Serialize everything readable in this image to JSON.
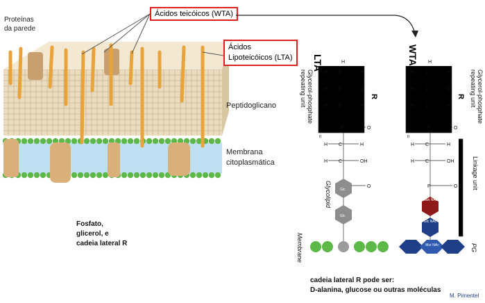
{
  "labels": {
    "cell_wall_proteins": [
      "Proteínas",
      "da parede"
    ],
    "wta": "Ácidos teicóicos (WTA)",
    "lta": [
      "Ácidos",
      "Lipoteicóicos (LTA)"
    ],
    "peptidoglycan": "Peptidoglicano",
    "membrane": [
      "Membrana",
      "citoplasmática"
    ],
    "composition": [
      "Fosfato,",
      "glicerol, e",
      "cadeia lateral R"
    ],
    "r_chain": [
      "cadeia lateral R pode ser:",
      "D-alanina, glucose ou outras moléculas"
    ],
    "credit": "M. Pimentel"
  },
  "structure": {
    "lta_title": "LTA",
    "wta_title": "WTA",
    "r_group": "R",
    "n_index": "n",
    "glycerol_unit_left": "Glycerol-phosphate repeating unit",
    "glycerol_unit_right": "Glycerol-phosphate repeating unit",
    "glycolipid": "Glycolipid",
    "linkage_unit": "Linkage unit",
    "membrane": "Membrane",
    "pg": "PG",
    "glc1": "Glc",
    "glc2": "Glc",
    "mannac": "Man NAc",
    "glcnac": "Glc NAc",
    "murnac": "Mur NAc"
  },
  "colors": {
    "highlight": "#e02020",
    "teichoic": "#e8a33a",
    "membrane": "#4fae3a",
    "pg_blue": "#1f3f88",
    "linkage_red": "#8e1a1a"
  }
}
